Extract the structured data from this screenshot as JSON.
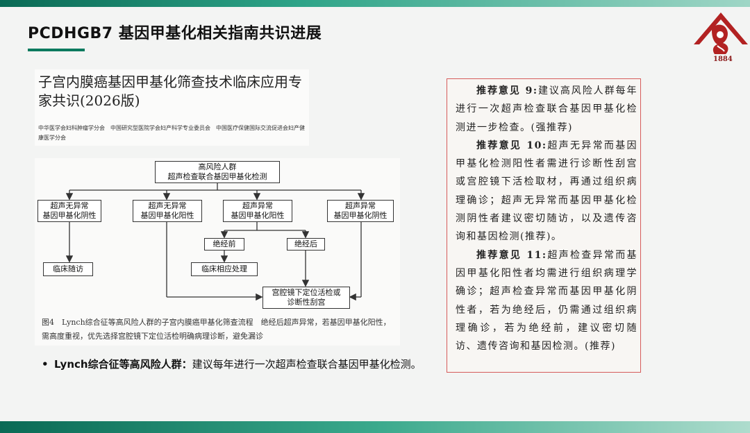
{
  "slide": {
    "title": "PCDHGB7 基因甲基化相关指南共识进展",
    "logo_year": "1884"
  },
  "document": {
    "title": "子宫内膜癌基因甲基化筛查技术临床应用专家共识(2026版)",
    "publishers": "中华医学会妇科肿瘤学分会　中国研究型医院学会妇产科学专业委员会　中国医疗保健国际交流促进会妇产健康医学分会"
  },
  "flowchart": {
    "top_line1": "高风险人群",
    "top_line2": "超声检查联合基因甲基化检测",
    "b1_line1": "超声无异常",
    "b1_line2": "基因甲基化阴性",
    "b2_line1": "超声无异常",
    "b2_line2": "基因甲基化阳性",
    "b3_line1": "超声异常",
    "b3_line2": "基因甲基化阳性",
    "b4_line1": "超声异常",
    "b4_line2": "基因甲基化阴性",
    "followup": "临床随访",
    "premeno": "绝经前",
    "postmeno": "绝经后",
    "clinical": "临床相应处理",
    "biopsy_line1": "宫腔镜下定位活检或",
    "biopsy_line2": "诊断性刮宫",
    "caption": "图4　Lynch综合征等高风险人群的子宫内膜癌甲基化筛查流程　绝经后超声异常，若基因甲基化阳性，需高度重视，优先选择宫腔镜下定位活检明确病理诊断，避免漏诊"
  },
  "bullet": {
    "marker": "•",
    "label": "Lynch综合征等高风险人群：",
    "text": "建议每年进行一次超声检查联合基因甲基化检测。"
  },
  "recommendations": [
    {
      "label": "推荐意见 9:",
      "text": "建议高风险人群每年进行一次超声检查联合基因甲基化检测进一步检查。(强推荐)"
    },
    {
      "label": "推荐意见 10:",
      "text": "超声无异常而基因甲基化检测阳性者需进行诊断性刮宫或宫腔镜下活检取材，再通过组织病理确诊；超声无异常而基因甲基化检测阴性者建议密切随访，以及遗传咨询和基因检测(推荐)。"
    },
    {
      "label": "推荐意见 11:",
      "text": "超声检查异常而基因甲基化阳性者均需进行组织病理学确诊；超声检查异常而基因甲基化阴性者，若为绝经后，仍需通过组织病理确诊，若为绝经前，建议密切随访、遗传咨询和基因检测。(推荐)"
    }
  ],
  "colors": {
    "accent": "#0b7a5e",
    "rec_border": "#d55a5a",
    "logo": "#b22222"
  }
}
